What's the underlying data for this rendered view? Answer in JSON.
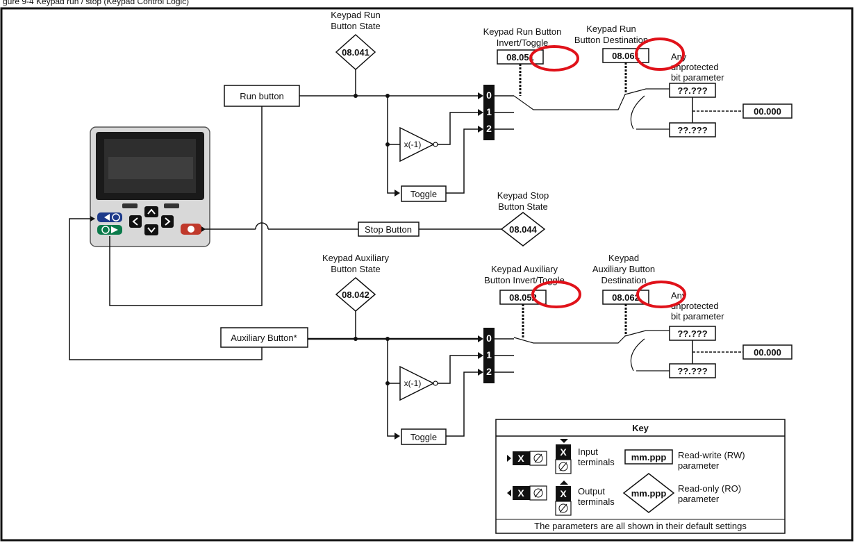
{
  "top_caption_partial": "gure 9-4 Keypad run / stop (Keypad Control Logic)",
  "colors": {
    "annotation_circle": "#e0121a",
    "terminal_fill": "#111111",
    "line": "#111111"
  },
  "icons": [
    "keypad-image",
    "run-forward-reverse-key-icon",
    "run-key-icon",
    "stop-key-icon",
    "arrow-keys-icon"
  ],
  "top": {
    "run_state_label_1": "Keypad Run",
    "run_state_label_2": "Button State",
    "run_state_param": "08.041",
    "run_button": "Run button",
    "invert_label_1": "Keypad Run Button",
    "invert_label_2": "Invert/Toggle",
    "invert_param": "08.051",
    "dest_label_1": "Keypad Run",
    "dest_label_2": "Button Destination",
    "dest_param": "08.061",
    "any_1": "Any",
    "any_2": "unprotected",
    "any_3": "bit  parameter",
    "out_a": "??.???",
    "out_b": "??.???",
    "out_c": "00.000",
    "sel_0": "0",
    "sel_1": "1",
    "sel_2": "2",
    "invert_box": "x(-1)",
    "toggle": "Toggle"
  },
  "stop": {
    "label_1": "Keypad Stop",
    "label_2": "Button State",
    "button": "Stop Button",
    "param": "08.044"
  },
  "aux": {
    "state_label_1": "Keypad Auxiliary",
    "state_label_2": "Button State",
    "state_param": "08.042",
    "button": "Auxiliary Button*",
    "invert_label_1": "Keypad Auxiliary",
    "invert_label_2": "Button Invert/Toggle",
    "invert_param": "08.052",
    "dest_label_1": "Keypad",
    "dest_label_2": "Auxiliary Button",
    "dest_label_3": "Destination",
    "dest_param": "08.062",
    "any_1": "Any",
    "any_2": "unprotected",
    "any_3": "bit  parameter",
    "out_a": "??.???",
    "out_b": "??.???",
    "out_c": "00.000",
    "sel_0": "0",
    "sel_1": "1",
    "sel_2": "2",
    "invert_box": "x(-1)",
    "toggle": "Toggle"
  },
  "key": {
    "title": "Key",
    "x": "X",
    "input_1": "Input",
    "input_2": "terminals",
    "output_1": "Output",
    "output_2": "terminals",
    "rw_box": "mm.ppp",
    "rw_1": "Read-write (RW)",
    "rw_2": "parameter",
    "ro_box": "mm.ppp",
    "ro_1": "Read-only (RO)",
    "ro_2": "parameter",
    "footer": "The parameters are all shown in their default settings"
  }
}
